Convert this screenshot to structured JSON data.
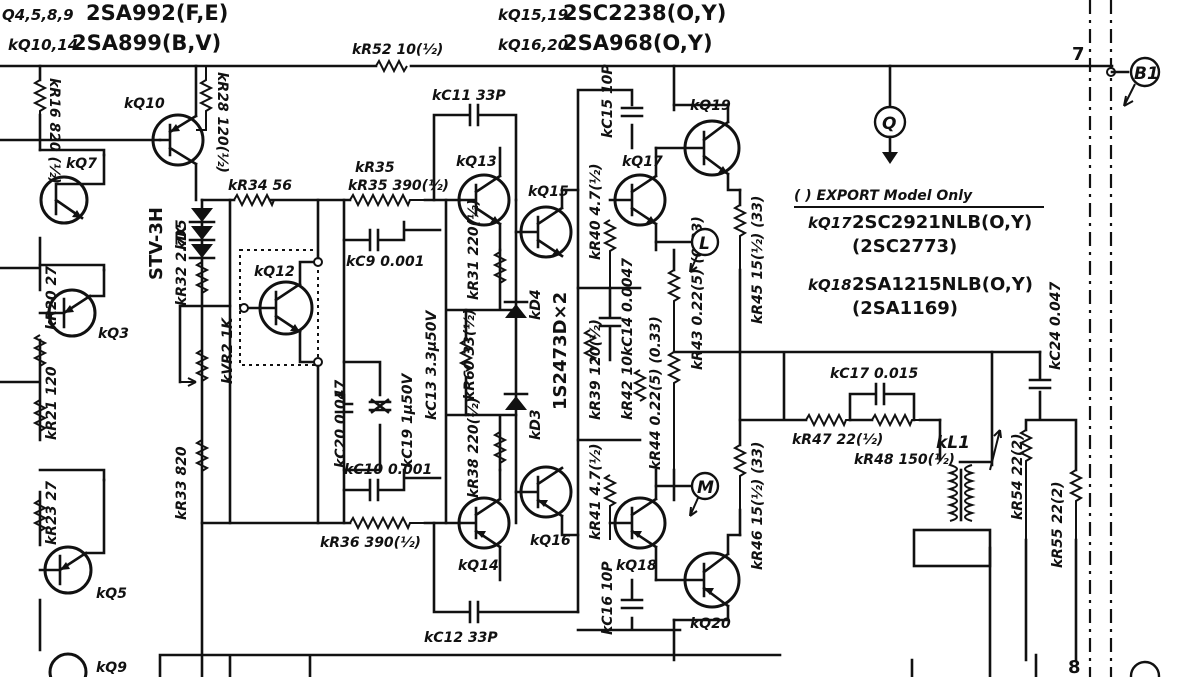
{
  "header": {
    "line1_prefix": "Q4,5,8,9",
    "line1_part": "2SA992(F,E)",
    "line2_prefix": "kQ10,14",
    "line2_part": "2SA899(B,V)",
    "line3_prefix": "kQ15,19",
    "line3_part": "2SC2238(O,Y)",
    "line4_prefix": "kQ16,20",
    "line4_part": "2SA968(O,Y)"
  },
  "export_note": {
    "title": "(   ) EXPORT Model Only",
    "q17_prefix": "kQ17",
    "q17_part": "2SC2921NLB(O,Y)",
    "q17_alt": "(2SC2773)",
    "q18_prefix": "kQ18",
    "q18_part": "2SA1215NLB(O,Y)",
    "q18_alt": "(2SA1169)"
  },
  "diode_module": "STV-3H",
  "diode_array": "1S2473D×2",
  "connectors": {
    "b1": "B1",
    "q": "Q",
    "l": "L",
    "m": "M",
    "pin7": "7",
    "pin8": "8"
  },
  "labels": {
    "kR52": "kR52 10(½)",
    "kR16": "kR16 820 (½)",
    "kR28": "kR28 120(½)",
    "kQ10": "kQ10",
    "kQ7": "kQ7",
    "kQ3": "kQ3",
    "kQ5": "kQ5",
    "kQ9": "kQ9",
    "kD5": "kD5",
    "kR32": "kR32 2.7K",
    "kR20": "kR20 27",
    "kR21": "kR21 120",
    "kR23": "kR23 27",
    "kR33": "kR33 820",
    "kVR2": "kVR2 1K",
    "kR34": "kR34 56",
    "kR35": "kR35 390(½)",
    "kQ12": "kQ12",
    "kC9": "kC9 0.001",
    "kC20": "kC20 0.047",
    "kC19": "kC19 1μ50V",
    "kC10": "kC10 0.001",
    "kR36": "kR36 390(½)",
    "kC11": "kC11 33P",
    "kC12": "kC12 33P",
    "kC15": "kC15 10P",
    "kC16": "kC16 10P",
    "kQ13": "kQ13",
    "kQ14": "kQ14",
    "kQ15": "kQ15",
    "kQ16": "kQ16",
    "kQ17": "kQ17",
    "kQ18": "kQ18",
    "kQ19": "kQ19",
    "kQ20": "kQ20",
    "kR31": "kR31 220(½)",
    "kR38": "kR38 220(½)",
    "kR60": "kR60 33(½)",
    "kC13": "kC13 3.3μ50V",
    "kD4": "kD4",
    "kD3": "kD3",
    "kR40": "kR40 4.7(½)",
    "kR41": "kR41 4.7(½)",
    "kR39": "kR39 120(½)",
    "kR42": "kR42 10",
    "kC14": "kC14 0.0047",
    "kR43": "kR43 0.22(5) (0.33)",
    "kR44": "kR44 0.22(5) (0.33)",
    "kR45": "kR45 15(½) (33)",
    "kR46": "kR46 15(½) (33)",
    "kC17": "kC17 0.015",
    "kR47": "kR47 22(½)",
    "kR48": "kR48 150(½)",
    "kL1": "kL1",
    "kC24": "kC24 0.047",
    "kR54": "kR54 22(2)",
    "kR55": "kR55 22(2)"
  }
}
